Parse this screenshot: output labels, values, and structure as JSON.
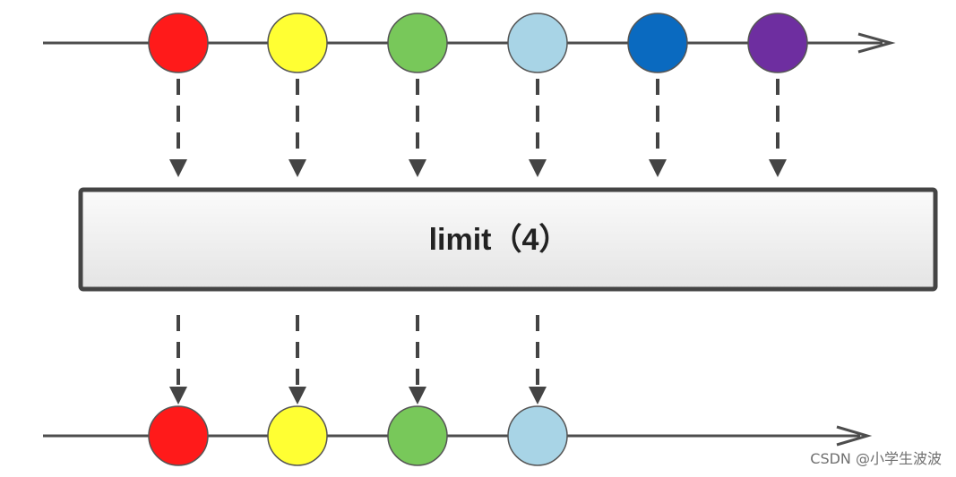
{
  "operator": {
    "label": "limit（4）"
  },
  "input_items": [
    {
      "color": "#ff1a1a"
    },
    {
      "color": "#ffff33"
    },
    {
      "color": "#78c85a"
    },
    {
      "color": "#a8d4e6"
    },
    {
      "color": "#0a6ac0"
    },
    {
      "color": "#6e2ea0"
    }
  ],
  "limit_count": 4,
  "watermark": "CSDN @小学生波波",
  "colors": {
    "timeline": "#4d4d4d",
    "box_fill": "#f2f2f2",
    "box_border": "#444444",
    "arrow": "#444444",
    "marble_stroke": "#555555"
  }
}
